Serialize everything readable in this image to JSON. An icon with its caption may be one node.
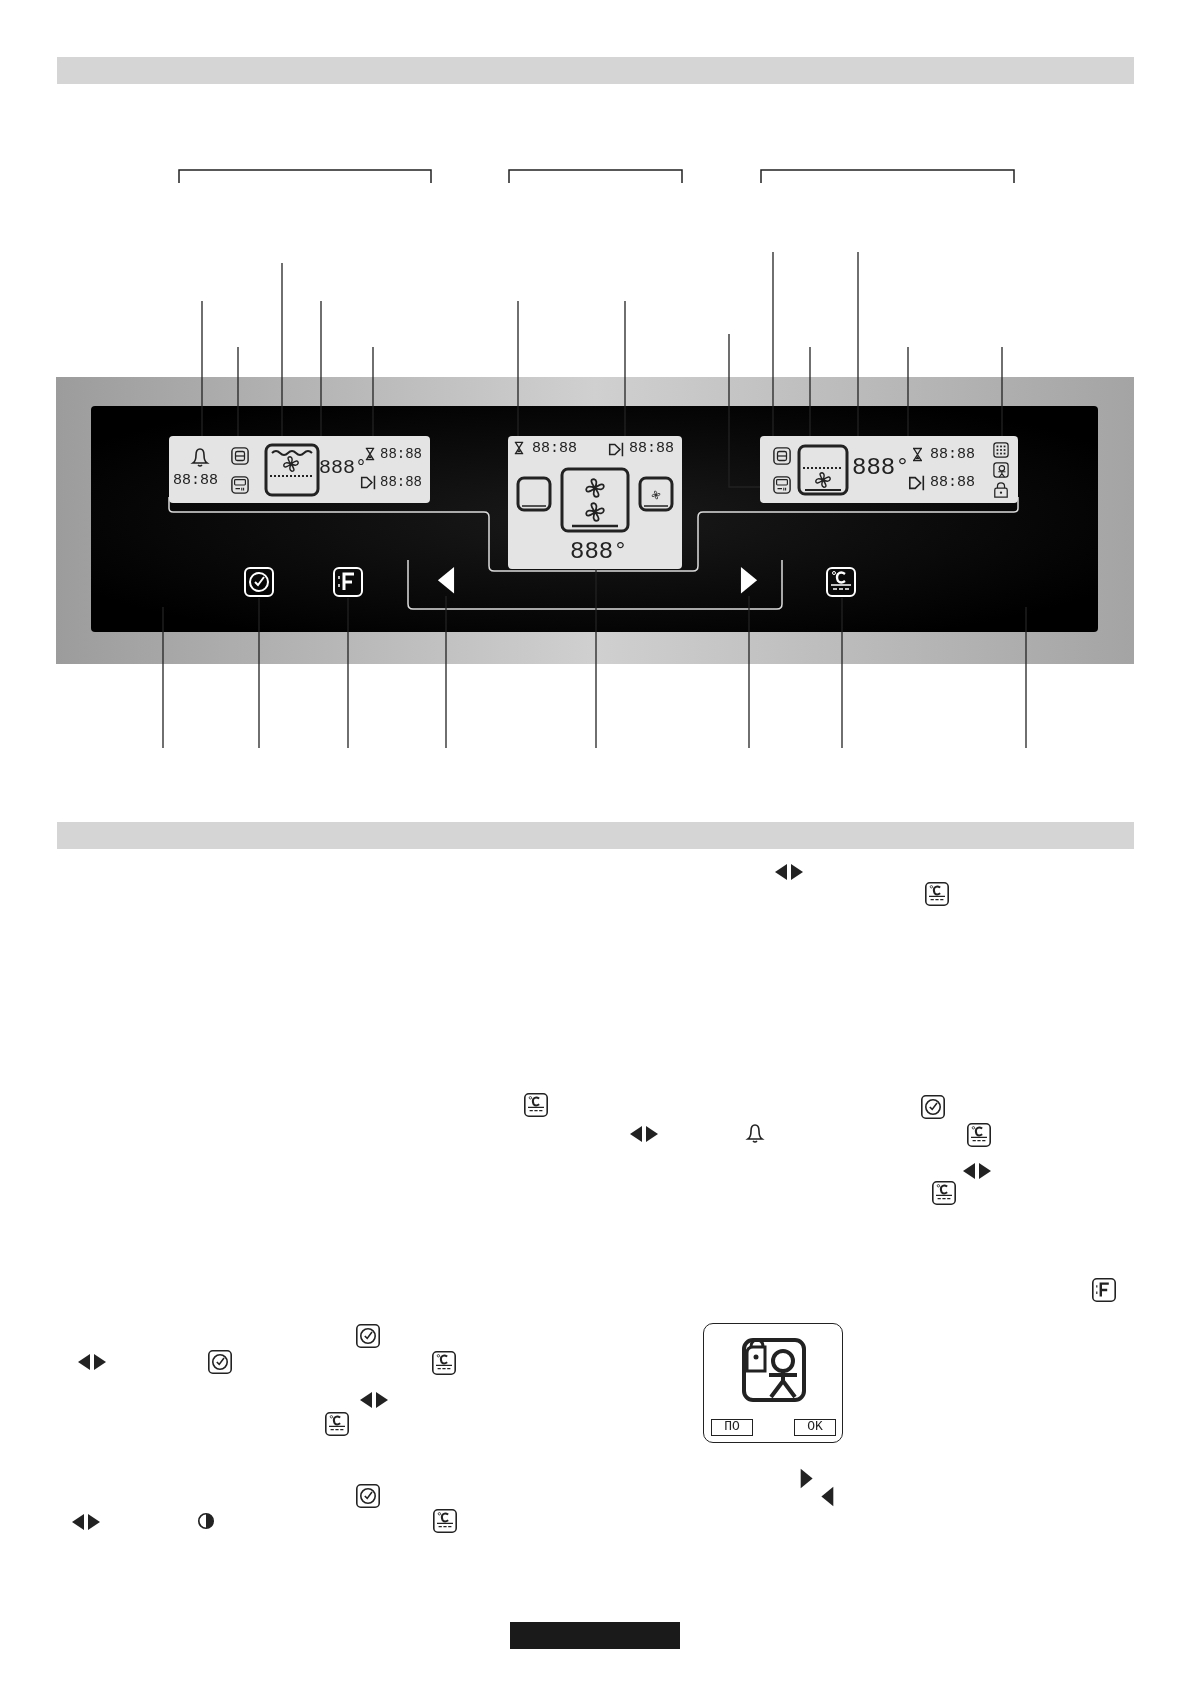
{
  "diagram": {
    "nodes": [
      {
        "text": [
          "88:88",
          "888°",
          "88:88",
          "88:88"
        ]
      },
      {
        "text": [
          "88:88",
          "88:88",
          "888°"
        ]
      },
      {
        "text": [
          "888°",
          "88:88",
          "88:88"
        ]
      },
      {
        "text": [],
        "shape": "box"
      },
      {
        "text": [
          "ПО"
        ],
        "in": 3
      },
      {
        "text": [
          "OK"
        ],
        "in": 3
      }
    ],
    "edges": [
      {
        "from": null,
        "to": 0,
        "arrow": "none"
      },
      {
        "from": null,
        "to": 0,
        "arrow": "none"
      },
      {
        "from": null,
        "to": 0,
        "arrow": "none"
      },
      {
        "from": null,
        "to": 0,
        "arrow": "none"
      },
      {
        "from": null,
        "to": 0,
        "arrow": "none"
      },
      {
        "from": null,
        "to": 1,
        "arrow": "none"
      },
      {
        "from": null,
        "to": 1,
        "arrow": "none"
      },
      {
        "from": null,
        "to": 2,
        "arrow": "none"
      },
      {
        "from": null,
        "to": 2,
        "arrow": "none"
      },
      {
        "from": null,
        "to": 2,
        "arrow": "none"
      },
      {
        "from": null,
        "to": 2,
        "arrow": "none"
      },
      {
        "from": null,
        "to": 2,
        "arrow": "none"
      },
      {
        "from": null,
        "to": 2,
        "arrow": "none"
      },
      {
        "from": null,
        "to": 1,
        "arrow": "none"
      }
    ]
  }
}
